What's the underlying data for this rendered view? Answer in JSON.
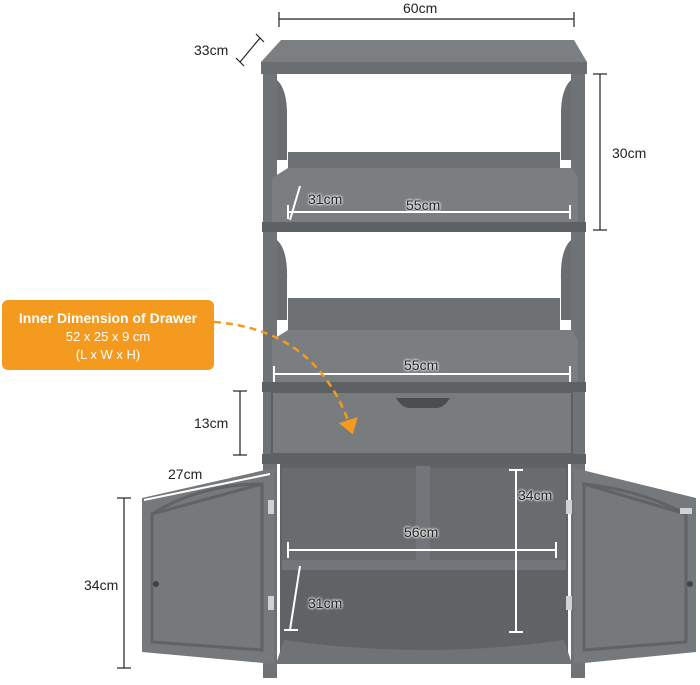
{
  "dimensions": {
    "overall_width": "60cm",
    "overall_depth": "33cm",
    "top_compartment_height": "30cm",
    "upper_shelf_depth": "31cm",
    "upper_shelf_width": "55cm",
    "middle_shelf_width": "55cm",
    "drawer_height": "13cm",
    "door_width": "27cm",
    "cabinet_interior_height": "34cm",
    "cabinet_interior_width": "56cm",
    "cabinet_interior_depth": "31cm",
    "door_height": "34cm"
  },
  "callout": {
    "title": "Inner Dimension of Drawer",
    "size": "52 x 25 x 9 cm",
    "axes": "(L x W x H)"
  },
  "colors": {
    "cabinet": "#6f7376",
    "cabinet_dark": "#5a5e61",
    "callout_bg": "#f39a1f",
    "arrow": "#f39a1f"
  }
}
